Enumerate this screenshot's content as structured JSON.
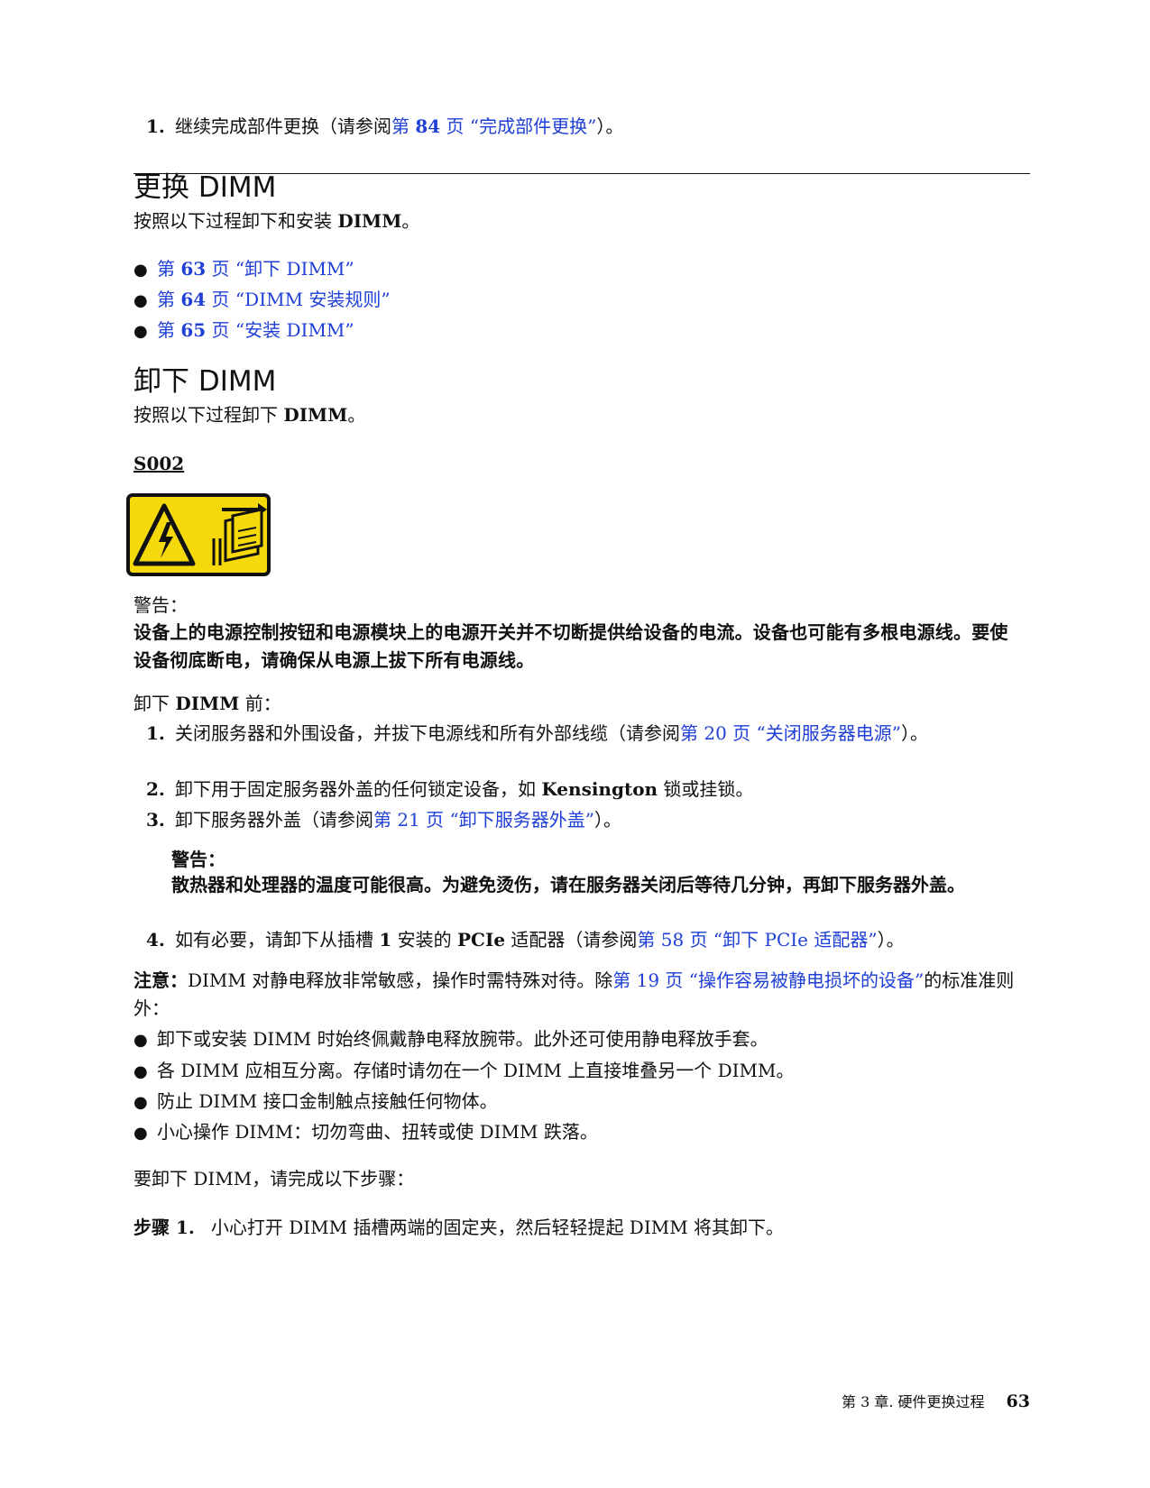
{
  "top_step": {
    "num": "1.",
    "pre": "继续完成部件更换（请参阅",
    "link_prefix": "第 ",
    "link_page": "84",
    "link_mid": " 页 “",
    "link_title": "完成部件更换",
    "link_suffix": "”",
    "post": "）。"
  },
  "section1": {
    "heading": "更换 DIMM",
    "intro_pre": "按照以下过程卸下和安装 ",
    "intro_bold": "DIMM",
    "intro_post": "。",
    "links": [
      {
        "prefix": "第 ",
        "page": "63",
        "mid": " 页 “",
        "title": "卸下 DIMM",
        "suffix": "”"
      },
      {
        "prefix": "第 ",
        "page": "64",
        "mid": " 页 “",
        "title": "DIMM 安装规则",
        "suffix": "”"
      },
      {
        "prefix": "第 ",
        "page": "65",
        "mid": " 页 “",
        "title": "安装 DIMM",
        "suffix": "”"
      }
    ]
  },
  "section2": {
    "heading": "卸下 DIMM",
    "intro_pre": "按照以下过程卸下 ",
    "intro_bold": "DIMM",
    "intro_post": "。",
    "code": "S002",
    "warning_title": "警告：",
    "warning_text": "设备上的电源控制按钮和电源模块上的电源开关并不切断提供给设备的电流。设备也可能有多根电源线。要使设备彻底断电，请确保从电源上拔下所有电源线。",
    "before_pre": "卸下 ",
    "before_bold": "DIMM",
    "before_post": " 前：",
    "steps": [
      {
        "num": "1.",
        "pre": "关闭服务器和外围设备，并拔下电源线和所有外部线缆（请参阅",
        "link": "第 20 页 “关闭服务器电源”",
        "post": "）。"
      },
      {
        "num": "2.",
        "pre": "卸下用于固定服务器外盖的任何锁定设备，如 ",
        "bold": "Kensington",
        "post": " 锁或挂锁。"
      },
      {
        "num": "3.",
        "pre": "卸下服务器外盖（请参阅",
        "link": "第 21 页 “卸下服务器外盖”",
        "post": "）。"
      },
      {
        "num": "4.",
        "pre": "如有必要，请卸下从插槽 ",
        "bold": "1",
        "mid": " 安装的 ",
        "bold2": "PCIe",
        "mid2": " 适配器（请参阅",
        "link": "第 58 页 “卸下 PCIe 适配器”",
        "post": "）。"
      }
    ],
    "step3_warning_title": "警告：",
    "step3_warning_text": "散热器和处理器的温度可能很高。为避免烫伤，请在服务器关闭后等待几分钟，再卸下服务器外盖。",
    "attention_label": "注意：",
    "attention_pre": "DIMM 对静电释放非常敏感，操作时需特殊对待。除",
    "attention_link": "第 19 页 “操作容易被静电损坏的设备”",
    "attention_post": "的标准准则外：",
    "bullets": [
      "卸下或安装 DIMM 时始终佩戴静电释放腕带。此外还可使用静电释放手套。",
      "各 DIMM 应相互分离。存储时请勿在一个 DIMM 上直接堆叠另一个 DIMM。",
      "防止 DIMM 接口金制触点接触任何物体。",
      "小心操作 DIMM：切勿弯曲、扭转或使 DIMM 跌落。"
    ],
    "procedure_intro": "要卸下 DIMM，请完成以下步骤：",
    "proc_step_label": "步骤 1.",
    "proc_step_text": "小心打开 DIMM 插槽两端的固定夹，然后轻轻提起 DIMM 将其卸下。"
  },
  "footer": {
    "chapter": "第 3 章. 硬件更换过程",
    "page": "63"
  },
  "colors": {
    "link": "#1f3fd6",
    "warning_yellow": "#f5d90a"
  }
}
